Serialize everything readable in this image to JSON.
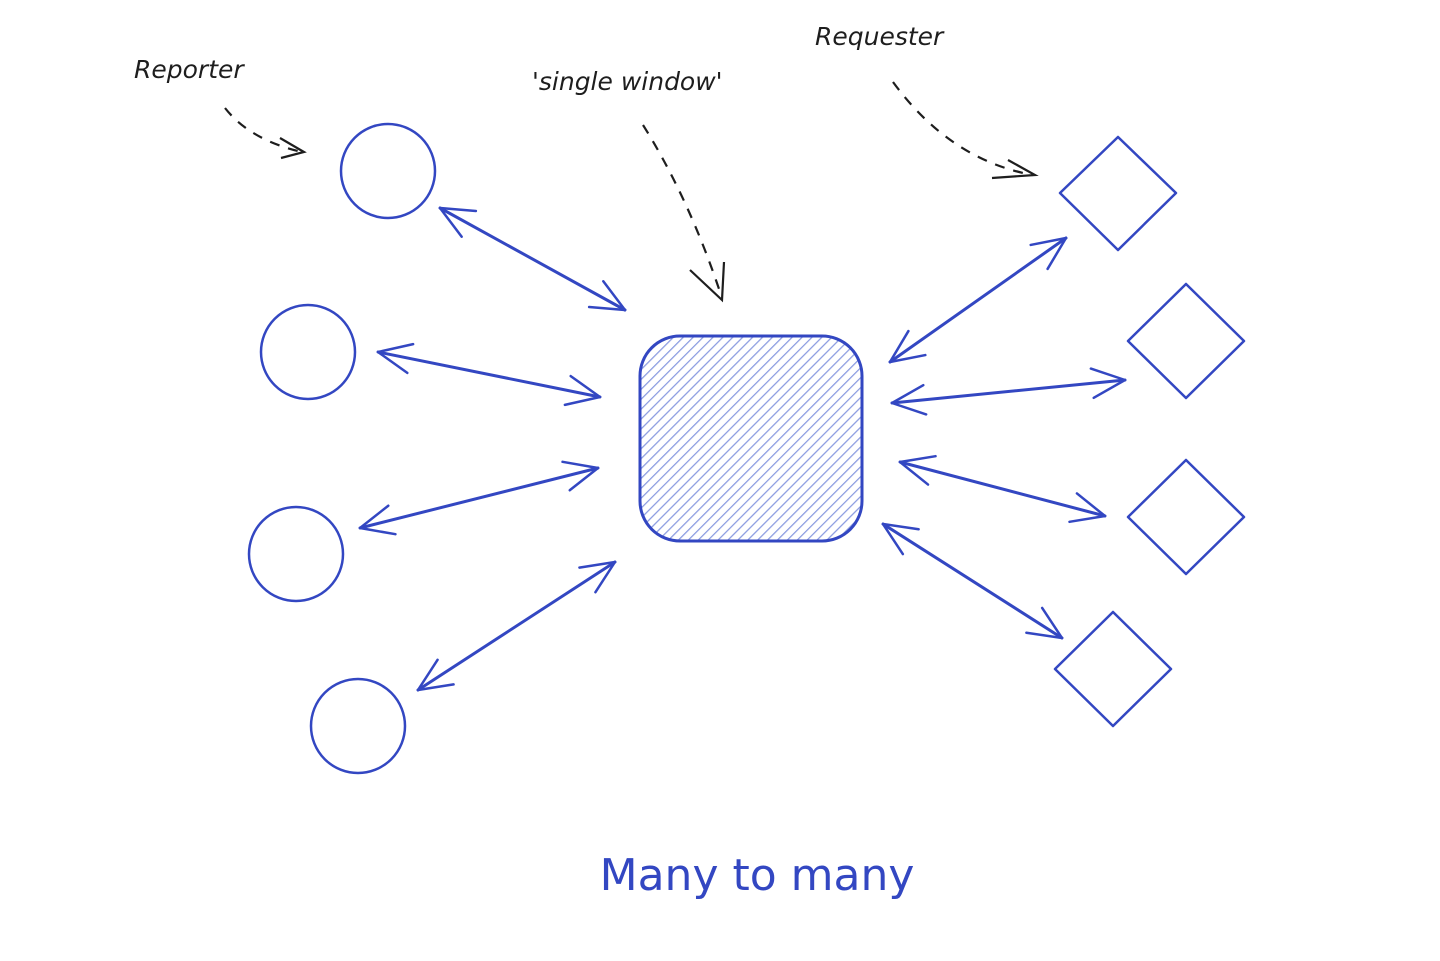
{
  "labels": {
    "reporter": "Reporter",
    "single_window": "'single window'",
    "requester": "Requester"
  },
  "caption": "Many to many",
  "colors": {
    "stroke": "#3347c2",
    "hatch": "#8a9be0",
    "annotation": "#1e1e1e"
  },
  "nodes": {
    "reporters": 4,
    "requesters": 4,
    "hub": 1
  }
}
